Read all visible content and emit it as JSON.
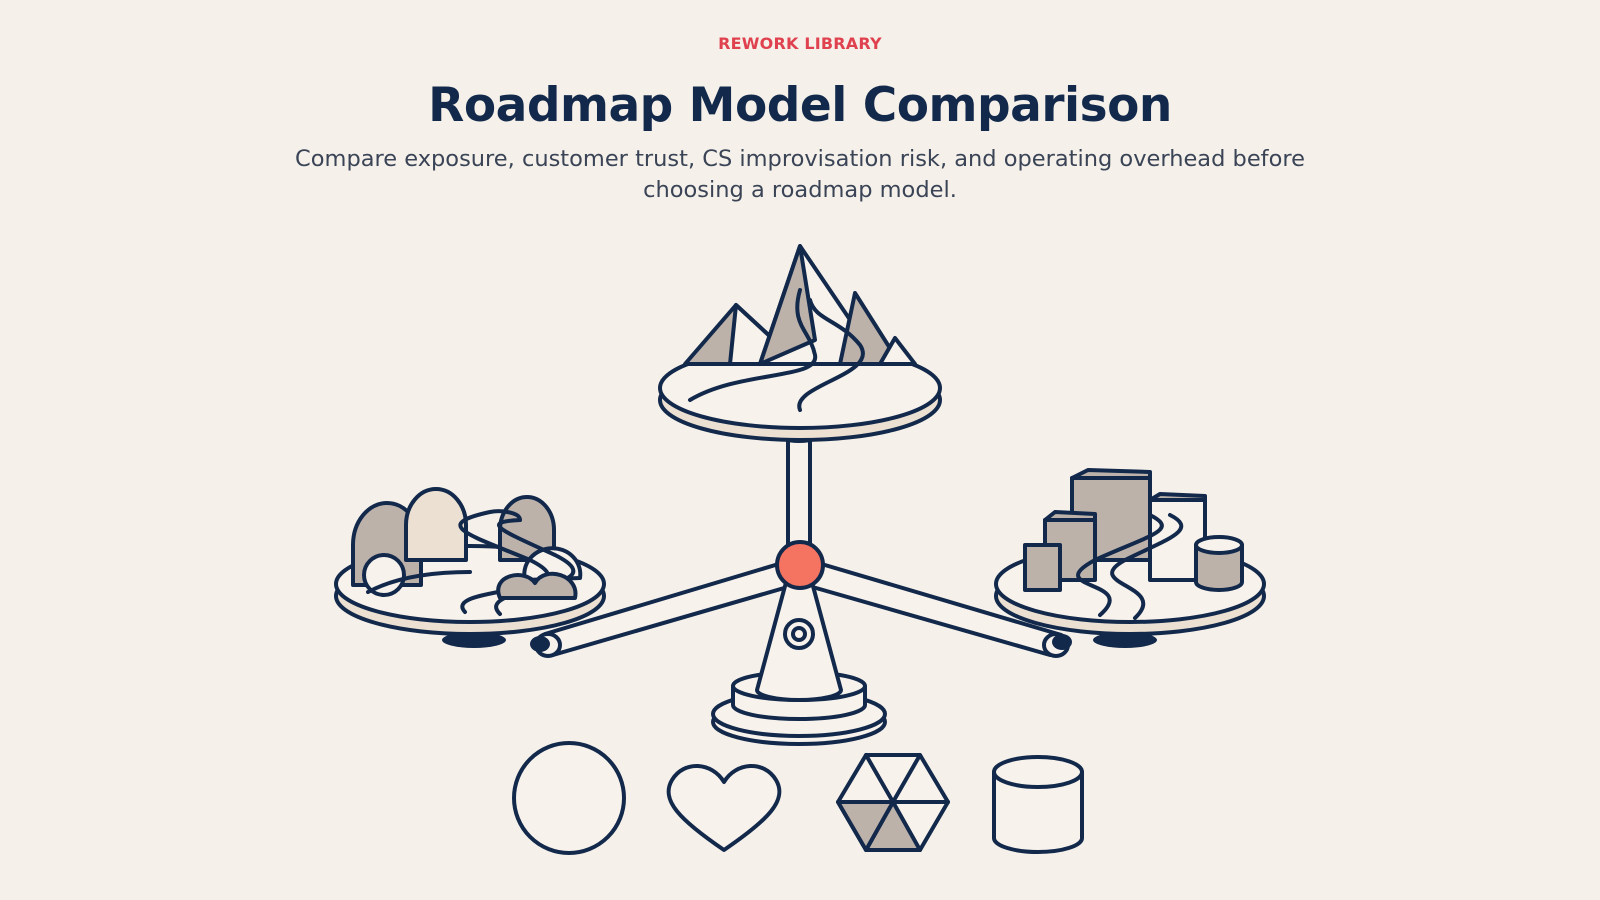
{
  "header": {
    "eyebrow": "REWORK LIBRARY",
    "title": "Roadmap Model Comparison",
    "subtitle": "Compare exposure, customer trust, CS improvisation risk, and operating overhead before choosing a roadmap model."
  },
  "illustration": {
    "center_icon": "mountain-road-icon",
    "left_icon": "forest-road-icon",
    "right_icon": "city-road-icon",
    "pivot_icon": "pivot-knob-icon",
    "bottom_shapes": [
      "circle-icon",
      "heart-icon",
      "hexagon-icon",
      "cylinder-icon"
    ]
  },
  "colors": {
    "background": "#f5f1ea",
    "ink": "#13294b",
    "accent": "#e0414f",
    "pivot": "#f47461",
    "fill_gray": "#bcb2aa",
    "fill_cream": "#ece0d2"
  }
}
